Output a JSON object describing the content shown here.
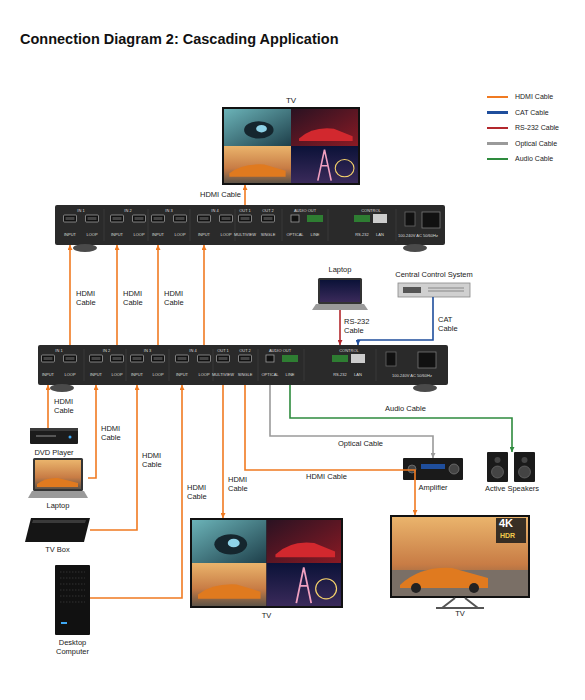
{
  "diagram": {
    "title": "Connection Diagram 2: Cascading Application",
    "nodes": [
      {
        "text": [
          "TV"
        ]
      },
      {
        "text": [
          "IN 1",
          "INPUT",
          "LOOP",
          "IN 2",
          "INPUT",
          "LOOP",
          "IN 3",
          "INPUT",
          "LOOP",
          "IN 4",
          "INPUT",
          "LOOP",
          "OUT 1",
          "MULTIVIEW",
          "OUT 2",
          "SINGLE",
          "AUDIO OUT",
          "OPTICAL",
          "LINE",
          "CONTROL",
          "RS-232",
          "LAN",
          "100-240V AC 50/60Hz"
        ]
      },
      {
        "text": [
          "Laptop"
        ]
      },
      {
        "text": [
          "Central Control System"
        ]
      },
      {
        "text": [
          "IN 1",
          "INPUT",
          "LOOP",
          "IN 2",
          "INPUT",
          "LOOP",
          "IN 3",
          "INPUT",
          "LOOP",
          "IN 4",
          "INPUT",
          "LOOP",
          "OUT 1",
          "MULTIVIEW",
          "OUT 2",
          "SINGLE",
          "AUDIO OUT",
          "OPTICAL",
          "LINE",
          "CONTROL",
          "RS-232",
          "LAN",
          "100-240V AC 50/60Hz"
        ]
      },
      {
        "text": [
          "DVD Player"
        ]
      },
      {
        "text": [
          "Laptop"
        ]
      },
      {
        "text": [
          "Amplifier"
        ]
      },
      {
        "text": [
          "Active Speakers"
        ]
      },
      {
        "text": [
          "TV Box"
        ]
      },
      {
        "text": [
          "Desktop Computer"
        ]
      },
      {
        "text": [
          "TV"
        ]
      },
      {
        "text": [
          "TV"
        ]
      }
    ],
    "edges": [
      {
        "from": 1,
        "to": 0,
        "label": "HDMI Cable",
        "arrow": "to"
      },
      {
        "from": 4,
        "to": 1,
        "label": "HDMI Cable",
        "arrow": "to"
      },
      {
        "from": 4,
        "to": 1,
        "label": "HDMI Cable",
        "arrow": "to"
      },
      {
        "from": 4,
        "to": 1,
        "label": "HDMI Cable",
        "arrow": "to"
      },
      {
        "from": 4,
        "to": 1,
        "arrow": "to"
      },
      {
        "from": 2,
        "to": 4,
        "label": "RS-232 Cable",
        "arrow": "to"
      },
      {
        "from": 3,
        "to": 4,
        "label": "CAT Cable",
        "arrow": "to"
      },
      {
        "from": 5,
        "to": 4,
        "label": "HDMI Cable",
        "arrow": "to"
      },
      {
        "from": 6,
        "to": 4,
        "label": "HDMI Cable",
        "arrow": "to"
      },
      {
        "from": 9,
        "to": 4,
        "label": "HDMI Cable",
        "arrow": "to"
      },
      {
        "from": 10,
        "to": 4,
        "label": "HDMI Cable",
        "arrow": "to"
      },
      {
        "from": 4,
        "to": 11,
        "label": "HDMI Cable",
        "arrow": "to"
      },
      {
        "from": 4,
        "to": 12,
        "label": "HDMI Cable",
        "arrow": "to"
      },
      {
        "from": 4,
        "to": 7,
        "label": "Optical Cable",
        "arrow": "to"
      },
      {
        "from": 4,
        "to": 8,
        "label": "Audio Cable",
        "arrow": "to"
      }
    ],
    "labels": [
      "4K",
      "HDR"
    ],
    "legend": [
      {
        "text": "HDMI Cable",
        "color": "#f07a21"
      },
      {
        "text": "CAT Cable",
        "color": "#1f4e9c"
      },
      {
        "text": "RS-232 Cable",
        "color": "#b3282d"
      },
      {
        "text": "Optical Cable",
        "color": "#9a9a9a"
      },
      {
        "text": "Audio Cable",
        "color": "#2e8b3e"
      }
    ]
  }
}
